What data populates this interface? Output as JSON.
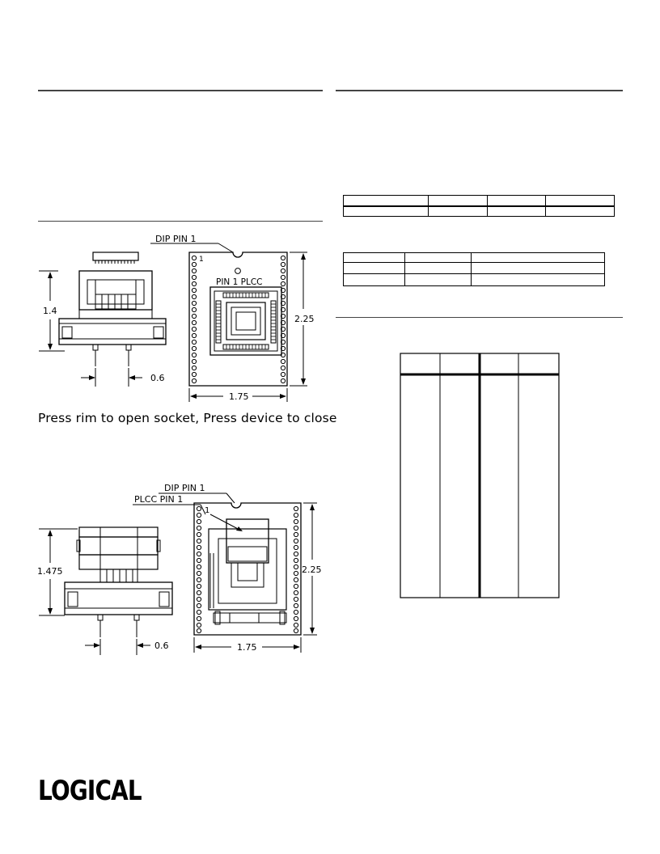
{
  "socket1": {
    "dip_pin_label": "DIP PIN 1",
    "pin1_plcc_label": "PIN 1 PLCC",
    "pin_number": "1",
    "height_dim": "1.4",
    "pitch_dim": "0.6",
    "length_dim": "2.25",
    "width_dim": "1.75",
    "caption": "Press rim to open socket, Press device to close"
  },
  "socket2": {
    "dip_pin_label": "DIP PIN 1",
    "plcc_pin_label": "PLCC PIN 1",
    "pin_number": "1",
    "height_dim": "1.475",
    "pitch_dim": "0.6",
    "length_dim": "2.25",
    "width_dim": "1.75"
  },
  "logo": {
    "text": "LOGICAL"
  }
}
